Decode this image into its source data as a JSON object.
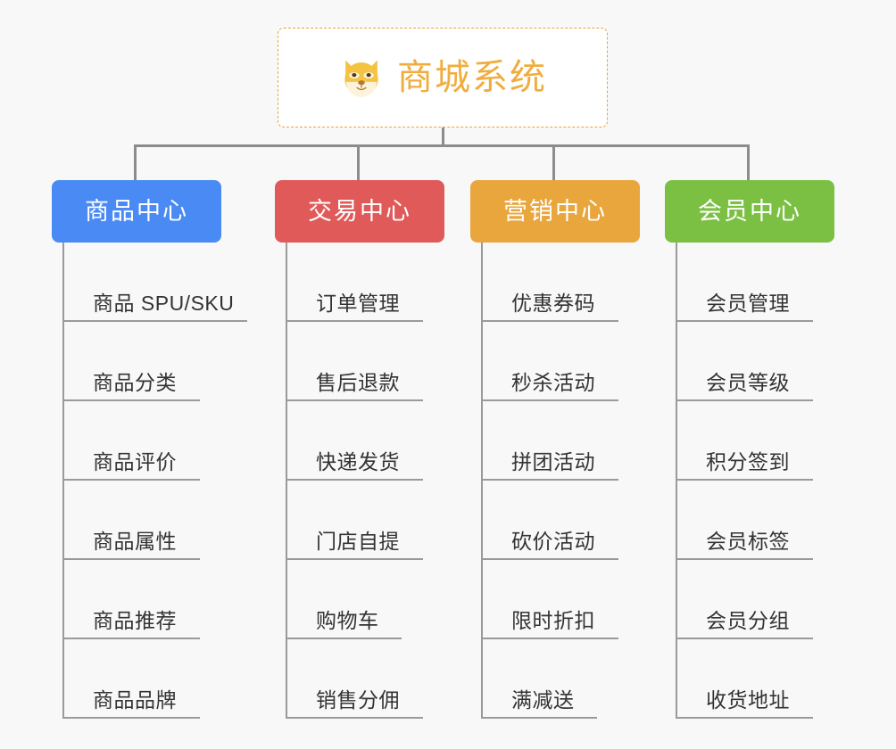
{
  "page": {
    "background_color": "#f8f8f8",
    "type": "org-chart"
  },
  "root": {
    "title": "商城系统",
    "icon": "dog-face-emoji",
    "border_color": "#e8a33d",
    "text_color": "#f0ad3e",
    "fill_color": "#ffffff"
  },
  "connector": {
    "color": "#8c8c8c"
  },
  "columns": [
    {
      "title": "商品中心",
      "color": "#4a8af4",
      "items": [
        {
          "label": "商品 SPU/SKU",
          "underline_width": 205
        },
        {
          "label": "商品分类",
          "underline_width": 152
        },
        {
          "label": "商品评价",
          "underline_width": 152
        },
        {
          "label": "商品属性",
          "underline_width": 152
        },
        {
          "label": "商品推荐",
          "underline_width": 152
        },
        {
          "label": "商品品牌",
          "underline_width": 152
        }
      ]
    },
    {
      "title": "交易中心",
      "color": "#e05a5a",
      "items": [
        {
          "label": "订单管理",
          "underline_width": 152
        },
        {
          "label": "售后退款",
          "underline_width": 152
        },
        {
          "label": "快递发货",
          "underline_width": 152
        },
        {
          "label": "门店自提",
          "underline_width": 152
        },
        {
          "label": "购物车",
          "underline_width": 128
        },
        {
          "label": "销售分佣",
          "underline_width": 152
        }
      ]
    },
    {
      "title": "营销中心",
      "color": "#e8a63d",
      "items": [
        {
          "label": "优惠券码",
          "underline_width": 152
        },
        {
          "label": "秒杀活动",
          "underline_width": 152
        },
        {
          "label": "拼团活动",
          "underline_width": 152
        },
        {
          "label": "砍价活动",
          "underline_width": 152
        },
        {
          "label": "限时折扣",
          "underline_width": 152
        },
        {
          "label": "满减送",
          "underline_width": 128
        }
      ]
    },
    {
      "title": "会员中心",
      "color": "#7cc043",
      "items": [
        {
          "label": "会员管理",
          "underline_width": 152
        },
        {
          "label": "会员等级",
          "underline_width": 152
        },
        {
          "label": "积分签到",
          "underline_width": 152
        },
        {
          "label": "会员标签",
          "underline_width": 152
        },
        {
          "label": "会员分组",
          "underline_width": 152
        },
        {
          "label": "收货地址",
          "underline_width": 152
        }
      ]
    }
  ]
}
